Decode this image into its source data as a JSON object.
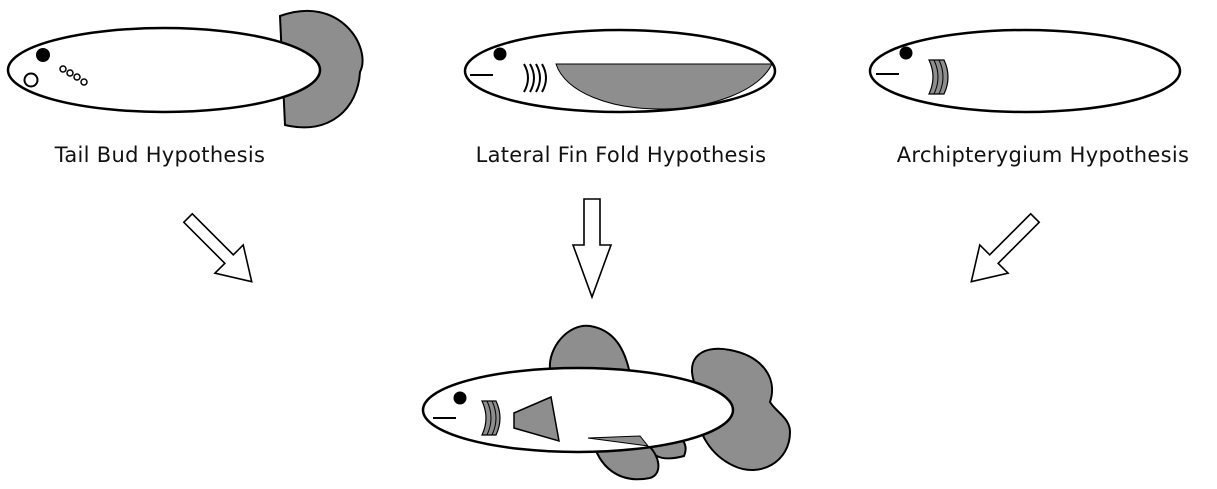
{
  "hypotheses": [
    {
      "label": "Tail Bud Hypothesis"
    },
    {
      "label": "Lateral Fin Fold Hypothesis"
    },
    {
      "label": "Archipterygium Hypothesis"
    }
  ],
  "colors": {
    "fin_fill": "#8e8e8e",
    "outline": "#000000",
    "body_fill": "#ffffff",
    "arrow_fill": "#ffffff"
  },
  "icons": {
    "arrow_left": "diagonal-arrow-down-right",
    "arrow_center": "arrow-down",
    "arrow_right": "diagonal-arrow-down-left"
  }
}
